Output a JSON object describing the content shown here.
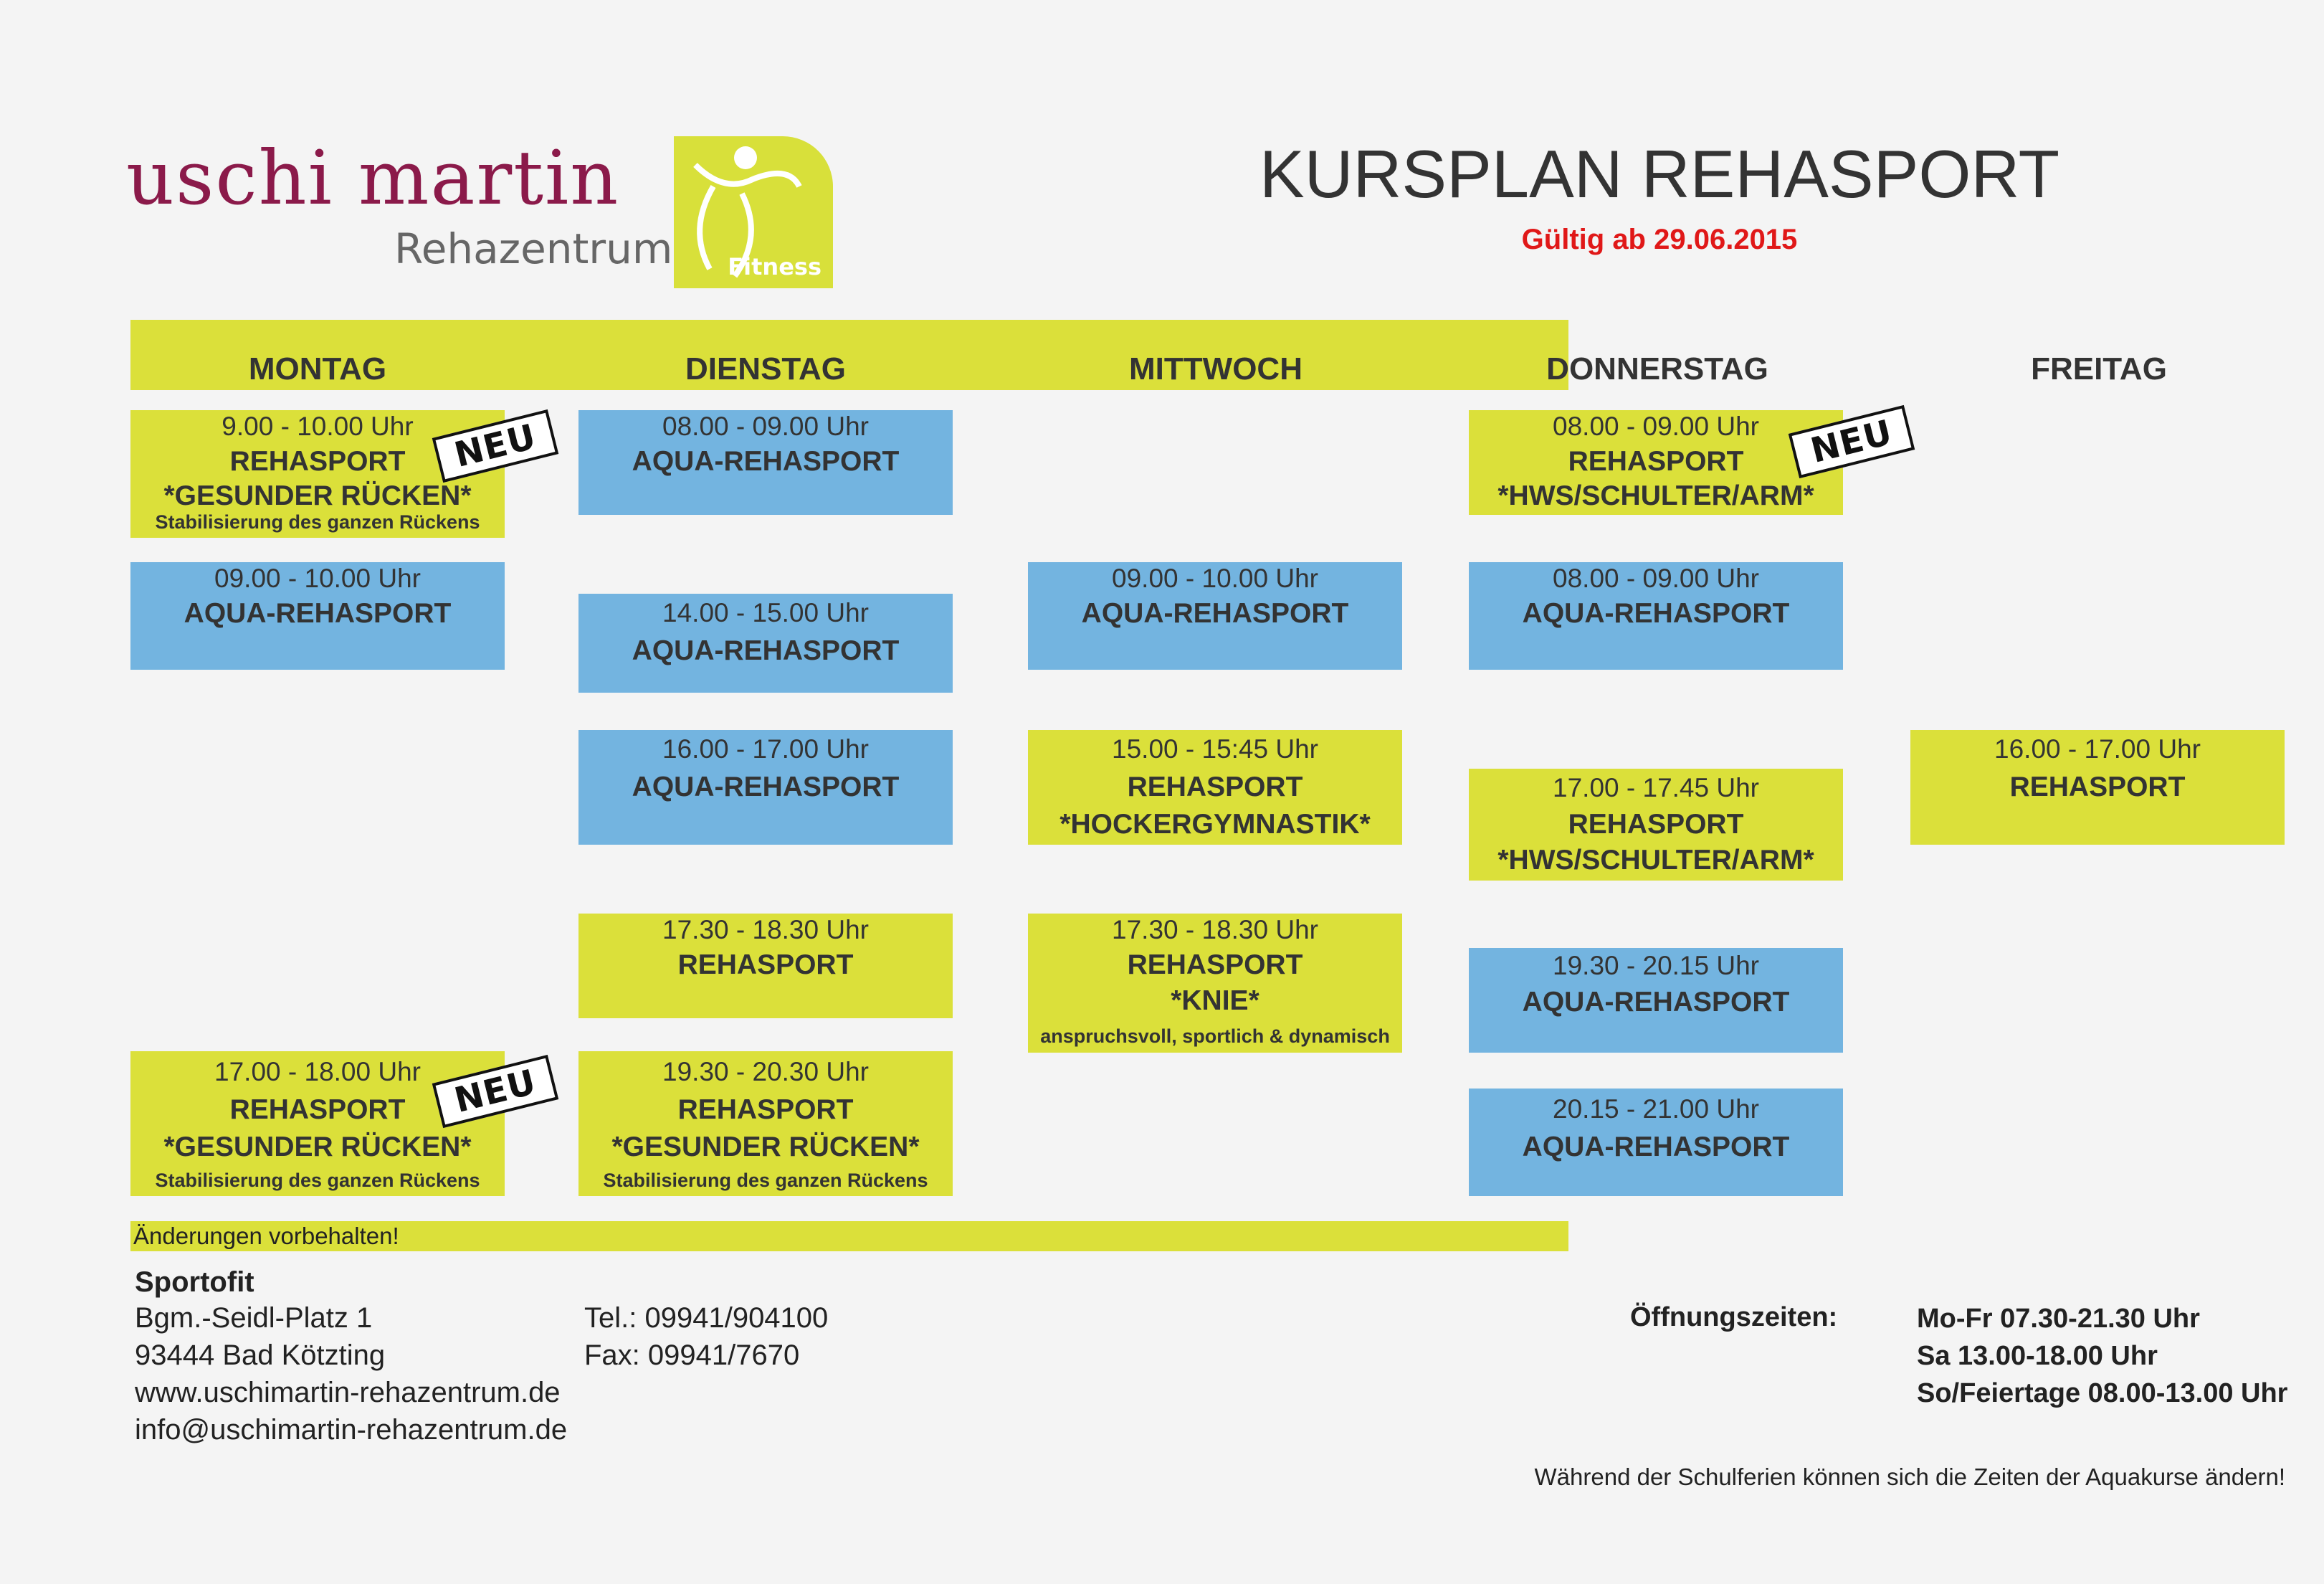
{
  "logo": {
    "name": "uschi martin",
    "subtitle": "Rehazentrum",
    "badge_text": "Fitness",
    "colors": {
      "name": "#8b1a4a",
      "badge": "#d8e03a"
    }
  },
  "header": {
    "title": "KURSPLAN REHASPORT",
    "valid_from": "Gültig ab 29.06.2015"
  },
  "days": [
    "MONTAG",
    "DIENSTAG",
    "MITTWOCH",
    "DONNERSTAG",
    "FREITAG"
  ],
  "colors": {
    "band": "#dbe03a",
    "rehasport": "#dbe03a",
    "aqua": "#73b4e0",
    "valid": "#e01818"
  },
  "classes": {
    "mon_1": {
      "time": "9.00 - 10.00 Uhr",
      "name": "REHASPORT",
      "focus": "*GESUNDER RÜCKEN*",
      "note": "Stabilisierung des ganzen Rückens",
      "badge": "NEU",
      "color": "yellow"
    },
    "mon_2": {
      "time": "09.00 - 10.00 Uhr",
      "name": "AQUA-REHASPORT",
      "color": "blue"
    },
    "mon_3": {
      "time": "17.00 - 18.00 Uhr",
      "name": "REHASPORT",
      "focus": "*GESUNDER RÜCKEN*",
      "note": "Stabilisierung des ganzen Rückens",
      "badge": "NEU",
      "color": "yellow"
    },
    "tue_1": {
      "time": "08.00 - 09.00 Uhr",
      "name": "AQUA-REHASPORT",
      "color": "blue"
    },
    "tue_2": {
      "time": "14.00 - 15.00 Uhr",
      "name": "AQUA-REHASPORT",
      "color": "blue"
    },
    "tue_3": {
      "time": "16.00 - 17.00 Uhr",
      "name": "AQUA-REHASPORT",
      "color": "blue"
    },
    "tue_4": {
      "time": "17.30 - 18.30 Uhr",
      "name": "REHASPORT",
      "color": "yellow"
    },
    "tue_5": {
      "time": "19.30 - 20.30 Uhr",
      "name": "REHASPORT",
      "focus": "*GESUNDER RÜCKEN*",
      "note": "Stabilisierung des ganzen Rückens",
      "color": "yellow"
    },
    "wed_1": {
      "time": "09.00 - 10.00 Uhr",
      "name": "AQUA-REHASPORT",
      "color": "blue"
    },
    "wed_2": {
      "time": "15.00 - 15:45 Uhr",
      "name": "REHASPORT",
      "focus": "*HOCKERGYMNASTIK*",
      "color": "yellow"
    },
    "wed_3": {
      "time": "17.30 - 18.30 Uhr",
      "name": "REHASPORT",
      "focus": "*KNIE*",
      "note": "anspruchsvoll, sportlich & dynamisch",
      "color": "yellow"
    },
    "thu_1": {
      "time": "08.00 - 09.00 Uhr",
      "name": "REHASPORT",
      "focus": "*HWS/SCHULTER/ARM*",
      "badge": "NEU",
      "color": "yellow"
    },
    "thu_2": {
      "time": "08.00 - 09.00 Uhr",
      "name": "AQUA-REHASPORT",
      "color": "blue"
    },
    "thu_3": {
      "time": "17.00 - 17.45 Uhr",
      "name": "REHASPORT",
      "focus": "*HWS/SCHULTER/ARM*",
      "color": "yellow"
    },
    "thu_4": {
      "time": "19.30 - 20.15 Uhr",
      "name": "AQUA-REHASPORT",
      "color": "blue"
    },
    "thu_5": {
      "time": "20.15 - 21.00 Uhr",
      "name": "AQUA-REHASPORT",
      "color": "blue"
    },
    "fri_1": {
      "time": "16.00 - 17.00 Uhr",
      "name": "REHASPORT",
      "color": "yellow"
    }
  },
  "notice": "Änderungen vorbehalten!",
  "footer": {
    "company": "Sportofit",
    "street": "Bgm.-Seidl-Platz 1",
    "city": "93444 Bad Kötzting",
    "web": "www.uschimartin-rehazentrum.de",
    "email": "info@uschimartin-rehazentrum.de",
    "tel": "Tel.: 09941/904100",
    "fax": "Fax: 09941/7670",
    "hours_label": "Öffnungszeiten:",
    "hours": [
      "Mo-Fr 07.30-21.30 Uhr",
      "Sa 13.00-18.00 Uhr",
      "So/Feiertage 08.00-13.00 Uhr"
    ],
    "holiday_note": "Während der Schulferien können sich die Zeiten der Aquakurse ändern!"
  }
}
